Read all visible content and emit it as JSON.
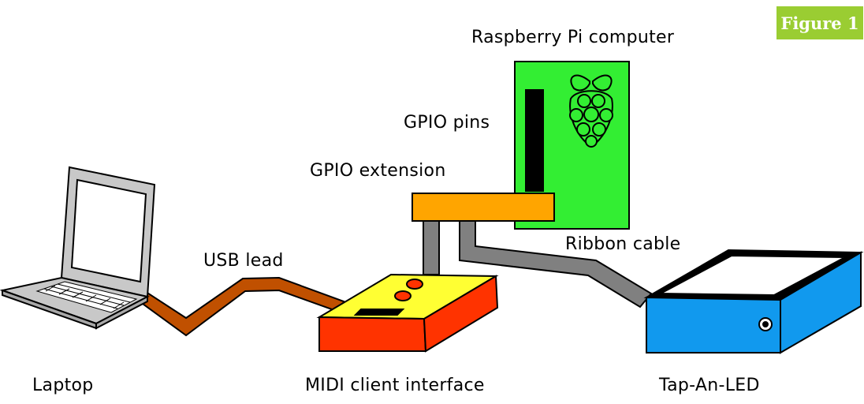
{
  "figure_label": "Figure 1",
  "labels": {
    "raspberry_pi": "Raspberry Pi computer",
    "gpio_pins": "GPIO pins",
    "gpio_extension": "GPIO extension",
    "usb_lead": "USB lead",
    "ribbon_cable": "Ribbon cable",
    "laptop": "Laptop",
    "midi_interface": "MIDI client interface",
    "tap_an_led": "Tap-An-LED"
  },
  "colors": {
    "badge": "#9acd32",
    "pi_board": "#33ee33",
    "gpio_extension": "#ffa500",
    "midi_top": "#ffff33",
    "midi_side": "#ff3300",
    "tap_box": "#1199ee",
    "usb_lead": "#c05000",
    "ribbon": "#808080"
  }
}
